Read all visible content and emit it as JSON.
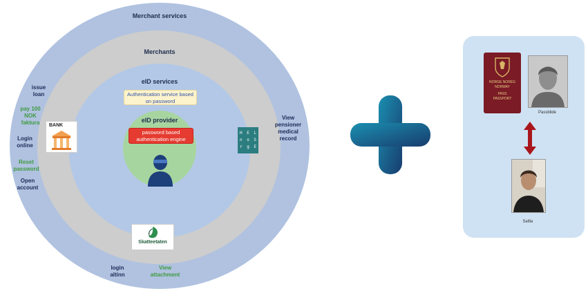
{
  "rings": {
    "outer_title": "Merchant services",
    "merchants_title": "Merchants",
    "eid_services_title": "eID services",
    "eid_provider_title": "eID provider"
  },
  "core": {
    "auth_service": "Authentication service based on password",
    "engine": "password based authentication engine"
  },
  "services": {
    "issue_loan": "issue loan",
    "pay_faktura": "pay 100 NOK faktura",
    "login_online": "Login online",
    "reset_password": "Reset password",
    "open_account": "Open account",
    "view_pensioner": "View pensioner medical record",
    "login_altinn": "login altinn",
    "view_attachment": "View attachment"
  },
  "logos": {
    "bank": "BANK",
    "helse_letters": [
      "H",
      "E",
      "L",
      "n",
      "o",
      "S",
      "r",
      "g",
      "E"
    ],
    "skatteetaten": "Skatteetaten"
  },
  "right": {
    "passport_line1": "NORGE NOREG",
    "passport_line2": "NORWAY",
    "passport_line3": "PASS",
    "passport_line4": "PASSPORT",
    "passbilde": "Passbilde",
    "selfie": "Selfie"
  },
  "colors": {
    "outer_ring": "#b0c2e0",
    "merchant_ring": "#cdcdcd",
    "eid_ring": "#b3c8e6",
    "provider_core": "#a7d5a0",
    "engine_red": "#e53b30",
    "label_navy": "#1b2a57",
    "label_green": "#3f9a40",
    "plus_gradient_start": "#1b8fb0",
    "plus_gradient_end": "#183c6e",
    "arrow_red": "#a8161b",
    "panel_bg": "#cfe2f3"
  },
  "icons": [
    "user-silhouette-icon",
    "bank-building-icon",
    "helse-norge-logo",
    "skatteetaten-logo",
    "plus-icon",
    "double-arrow-icon",
    "passport-icon"
  ]
}
